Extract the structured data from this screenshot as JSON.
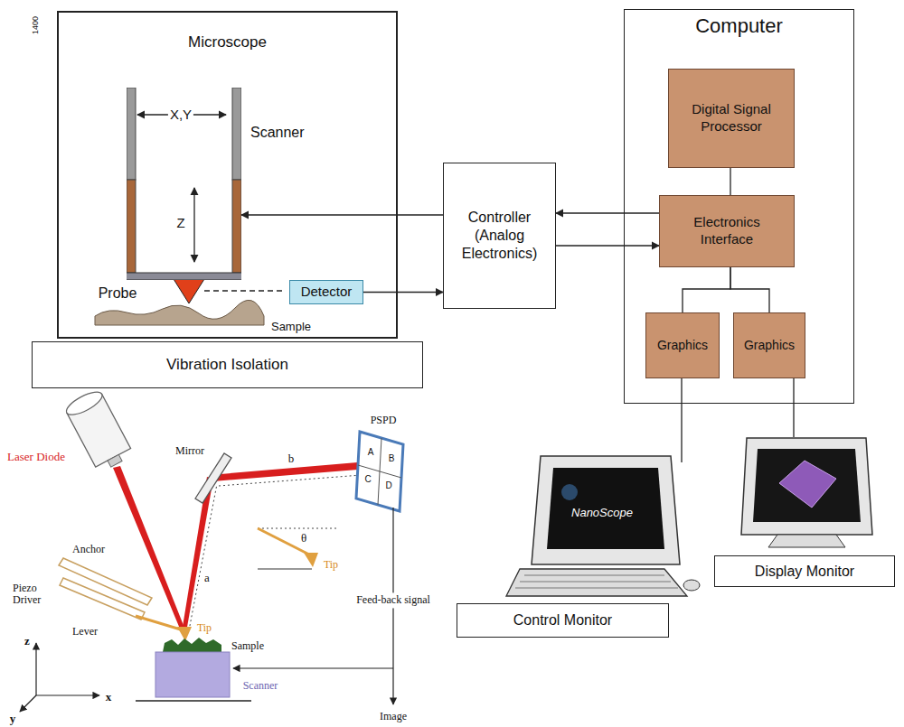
{
  "diagram": {
    "nodes": [
      {
        "text": [
          "Microscope"
        ]
      },
      {
        "text": [
          "Scanner"
        ],
        "in": 0
      },
      {
        "text": [
          "Detector"
        ],
        "in": 0
      },
      {
        "text": [
          "Vibration Isolation"
        ]
      },
      {
        "text": [
          "Controller (Analog Electronics)"
        ]
      },
      {
        "text": [
          "Computer"
        ]
      },
      {
        "text": [
          "Digital Signal Processor"
        ],
        "in": 5
      },
      {
        "text": [
          "Electronics Interface"
        ],
        "in": 5
      },
      {
        "text": [
          "Graphics"
        ],
        "in": 5
      },
      {
        "text": [
          "Graphics"
        ],
        "in": 5
      },
      {
        "text": [
          "Control Monitor"
        ]
      },
      {
        "text": [
          "Display Monitor"
        ]
      }
    ],
    "edges": [
      {
        "from": 2,
        "to": 4,
        "arrow": "to"
      },
      {
        "from": 4,
        "to": 1,
        "arrow": "to"
      },
      {
        "from": 7,
        "to": 4,
        "arrow": "to"
      },
      {
        "from": 4,
        "to": 7,
        "arrow": "to"
      },
      {
        "from": 6,
        "to": 7,
        "arrow": "none"
      },
      {
        "from": 7,
        "to": 8,
        "arrow": "none"
      },
      {
        "from": 7,
        "to": 9,
        "arrow": "none"
      }
    ],
    "labels": [
      "1400",
      "X,Y",
      "Z",
      "Probe",
      "Sample",
      "NanoScope",
      "Laser Diode",
      "Mirror",
      "PSPD",
      "A",
      "B",
      "C",
      "D",
      "a",
      "b",
      "θ",
      "Tip",
      "Anchor",
      "Piezo Driver",
      "Lever",
      "Tip",
      "Sample",
      "Scanner",
      "Feed-back signal",
      "Image",
      "z",
      "x",
      "y"
    ]
  }
}
